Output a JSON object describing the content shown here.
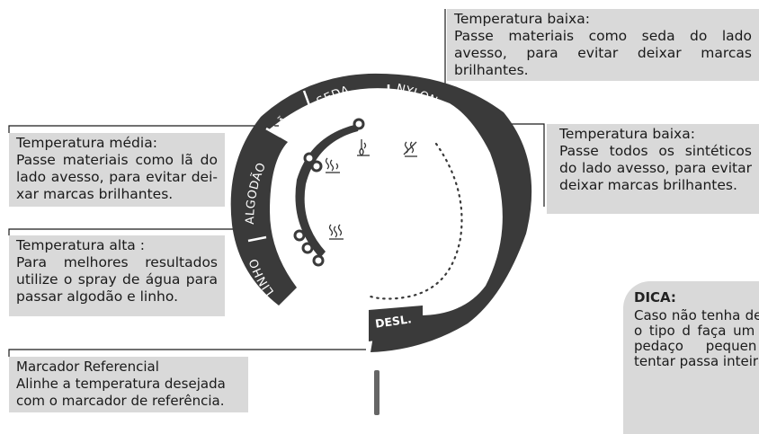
{
  "notes": {
    "seda": {
      "title": "Temperatura baixa:",
      "body": "Passe materiais como seda do lado avesso, para evitar deixar marcas brilhantes."
    },
    "nylon": {
      "title": "Temperatura baixa:",
      "body": "Passe todos os sintéticos do lado avesso, para evitar deixar marcas brilhantes."
    },
    "la": {
      "title": "Temperatura média:",
      "body": "Passe materiais como lã do lado avesso, para evitar dei-xar marcas brilhantes."
    },
    "algodao": {
      "title": "Temperatura alta :",
      "body": "Para melhores resultados utilize o spray de água para passar algodão e linho."
    },
    "marker": {
      "title": "Marcador Referencial",
      "body": "Alinhe a temperatura desejada com o marcador de referência."
    }
  },
  "tip": {
    "title": "DICA:",
    "body": "Caso não tenha de qual o tipo d faça um teste pedaço pequen de tentar passa inteira."
  },
  "dial": {
    "labels": {
      "nylon": "NYLON",
      "seda": "SEDA",
      "la": "LÃ",
      "algodao": "ALGODÃO",
      "linho": "LINHO",
      "desl": "DESL."
    }
  },
  "icons": [
    "steam-icon",
    "steam-icon",
    "steam-off-icon",
    "no-steam-icon"
  ],
  "colors": {
    "dial": "#3a3a3a",
    "note_background": "#d9d9d9",
    "marker": "#666666"
  }
}
